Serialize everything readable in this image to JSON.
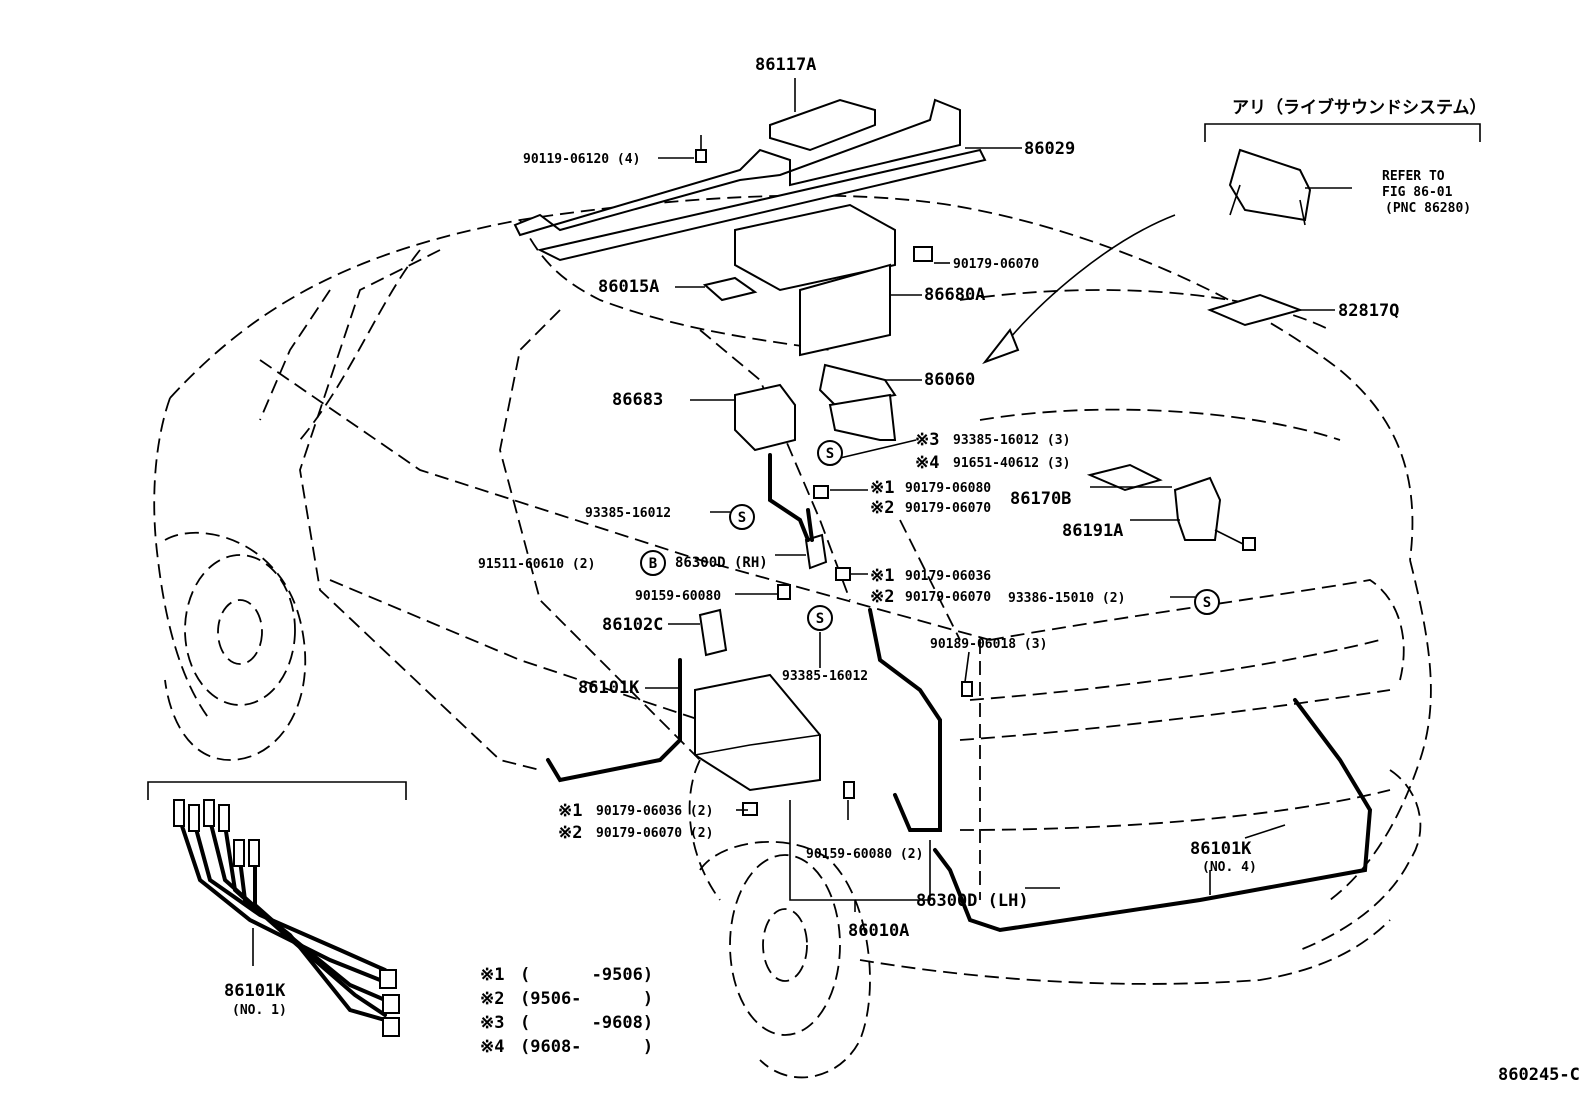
{
  "header_note": {
    "title": "アリ（ライブサウンドシステム）",
    "refer_line1": "REFER TO",
    "refer_line2": "FIG 86-01",
    "refer_line3": "(PNC 86280)"
  },
  "parts": {
    "p86117A": "86117A",
    "p86029": "86029",
    "p90119": "90119-06120 (4)",
    "p90179_06070_top": "90179-06070",
    "p86015A": "86015A",
    "p86680A": "86680A",
    "p82817Q": "82817Q",
    "p86060": "86060",
    "p86683": "86683",
    "n3_mark": "※3",
    "n3_part": "93385-16012 (3)",
    "n4_mark": "※4",
    "n4_part": "91651-40612 (3)",
    "n1a_mark": "※1",
    "n1a_part": "90179-06080",
    "n2a_mark": "※2",
    "n2a_part": "90179-06070",
    "p93385_16012_left": "93385-16012",
    "p86170B": "86170B",
    "p86191A": "86191A",
    "p91511": "91511-60610 (2)",
    "p86300D_RH": "86300D (RH)",
    "n1b_mark": "※1",
    "n1b_part": "90179-06036",
    "n2b_mark": "※2",
    "n2b_part": "90179-06070",
    "p90159_60080_mid": "90159-60080",
    "p93386": "93386-15010 (2)",
    "p86102C": "86102C",
    "p90189": "90189-06018 (3)",
    "p86101K_left": "86101K",
    "p93385_16012_bottom": "93385-16012",
    "n1c_mark": "※1",
    "n1c_part": "90179-06036 (2)",
    "n2c_mark": "※2",
    "n2c_part": "90179-06070 (2)",
    "p90159_60080_bottom": "90159-60080 (2)",
    "p86101K_no4": "86101K",
    "p86101K_no4_sub": "(NO. 4)",
    "p86300D_LH": "86300D (LH)",
    "p86010A": "86010A",
    "p86101K_no1": "86101K",
    "p86101K_no1_sub": "(NO. 1)"
  },
  "symbols": {
    "s": "S",
    "b": "B"
  },
  "legend": [
    {
      "mark": "※1",
      "range": "(      -9506)"
    },
    {
      "mark": "※2",
      "range": "(9506-      )"
    },
    {
      "mark": "※3",
      "range": "(      -9608)"
    },
    {
      "mark": "※4",
      "range": "(9608-      )"
    }
  ],
  "figure_code": "860245-C"
}
